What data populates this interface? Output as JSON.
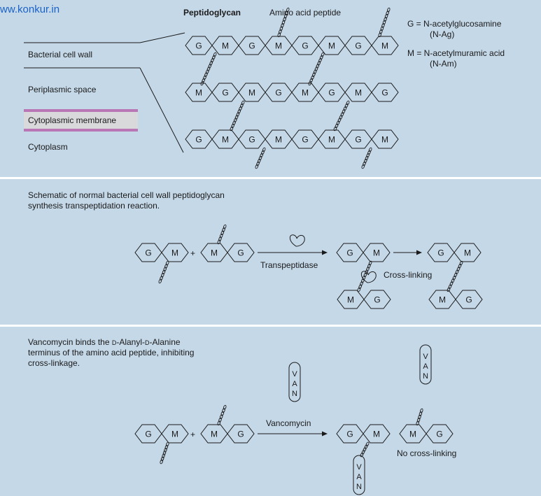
{
  "watermark": "ww.konkur.in",
  "colors": {
    "panel_bg": "#c5d8e8",
    "divider": "#ffffff",
    "stroke": "#1a1a1a",
    "membrane": "#b978b5",
    "membrane_fill": "#d9d9dc",
    "link": "#1a63c6"
  },
  "panel1": {
    "heading_peptidoglycan": "Peptidoglycan",
    "heading_amino": "Amino acid peptide",
    "legend_g": "G = N-acetylglucosamine",
    "legend_g_abbr": "(N-Ag)",
    "legend_m": "M = N-acetylmuramic acid",
    "legend_m_abbr": "(N-Am)",
    "layer_cell_wall": "Bacterial cell wall",
    "layer_periplasmic": "Periplasmic space",
    "layer_membrane": "Cytoplasmic membrane",
    "layer_cytoplasm": "Cytoplasm",
    "row1": [
      "G",
      "M",
      "G",
      "M",
      "G",
      "M",
      "G",
      "M"
    ],
    "row2": [
      "M",
      "G",
      "M",
      "G",
      "M",
      "G",
      "M",
      "G"
    ],
    "row3": [
      "G",
      "M",
      "G",
      "M",
      "G",
      "M",
      "G",
      "M"
    ]
  },
  "panel2": {
    "caption_line1": "Schematic of normal bacterial cell wall peptidoglycan",
    "caption_line2": "synthesis transpeptidation reaction.",
    "plus": "+",
    "enzyme": "Transpeptidase",
    "cross_linking": "Cross-linking",
    "g": "G",
    "m": "M"
  },
  "panel3": {
    "caption_line1_a": "Vancomycin binds the ",
    "caption_line1_d1": "D",
    "caption_line1_b": "-Alanyl-",
    "caption_line1_d2": "D",
    "caption_line1_c": "-Alanine",
    "caption_line2": "terminus of the amino acid peptide, inhibiting",
    "caption_line3": "cross-linkage.",
    "plus": "+",
    "drug": "Vancomycin",
    "van": [
      "V",
      "A",
      "N"
    ],
    "no_cross_linking": "No cross-linking",
    "g": "G",
    "m": "M"
  }
}
